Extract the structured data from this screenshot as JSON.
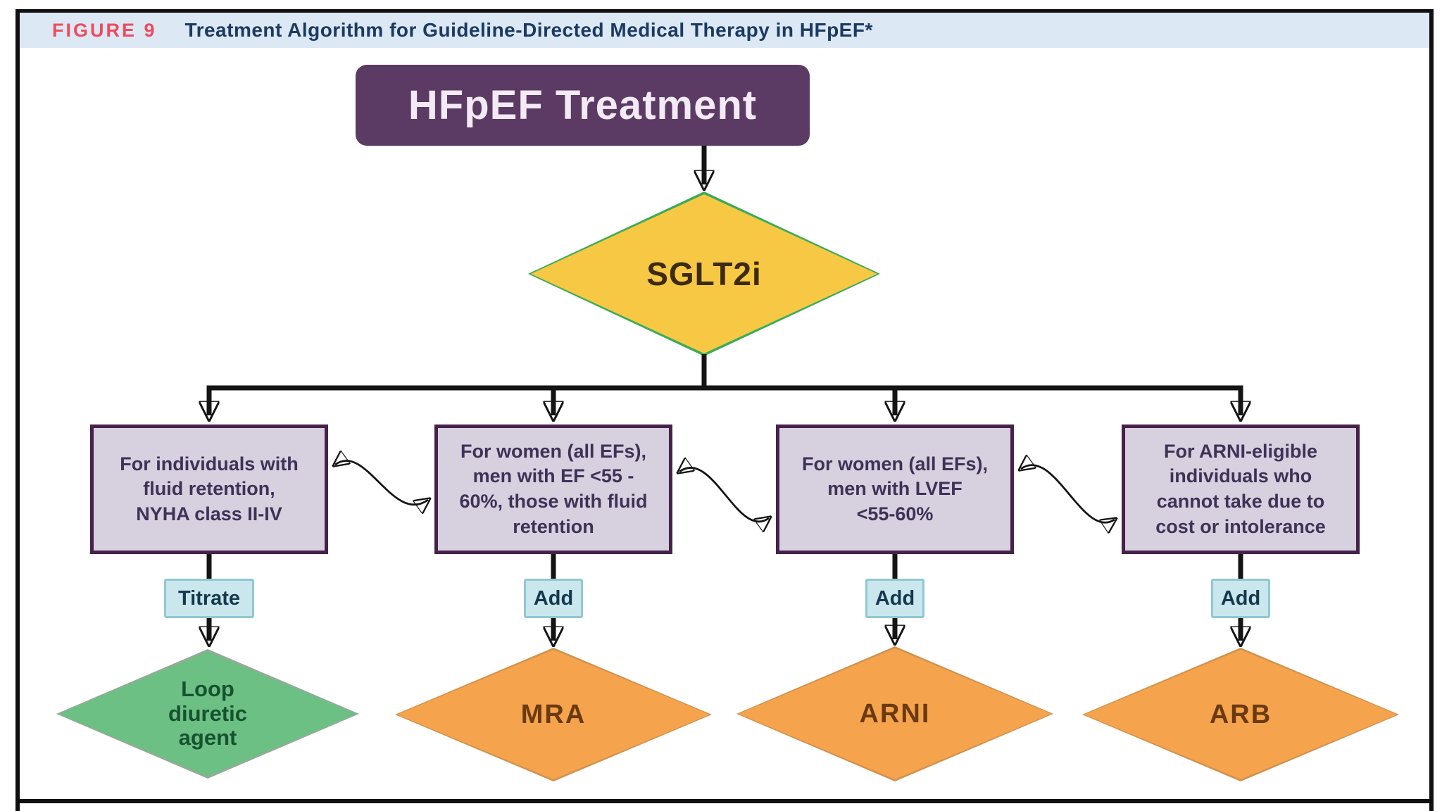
{
  "header": {
    "label": "FIGURE 9",
    "title": "Treatment Algorithm for Guideline-Directed Medical Therapy in HFpEF*"
  },
  "root": {
    "title": "HFpEF Treatment"
  },
  "decision": {
    "label": "SGLT2i"
  },
  "branches": [
    {
      "criteria": "For individuals with\nfluid retention,\nNYHA class II-IV",
      "action": "Titrate",
      "therapy": "Loop\ndiuretic\nagent",
      "therapy_color": "green"
    },
    {
      "criteria": "For women (all EFs),\nmen with EF <55 -\n60%, those with fluid\nretention",
      "action": "Add",
      "therapy": "MRA",
      "therapy_color": "orange"
    },
    {
      "criteria": "For women (all EFs),\nmen with LVEF\n<55-60%",
      "action": "Add",
      "therapy": "ARNI",
      "therapy_color": "orange"
    },
    {
      "criteria": "For ARNI-eligible\nindividuals who\ncannot take due to\ncost or intolerance",
      "action": "Add",
      "therapy": "ARB",
      "therapy_color": "orange"
    }
  ],
  "colors": {
    "header_bg": "#dce8f4",
    "figure_label_red": "#ee4b5e",
    "header_text_navy": "#1b3a63",
    "root_purple": "#5b3a63",
    "root_text": "#f3eaf5",
    "decision_yellow": "#f7c844",
    "decision_border_green": "#3cab58",
    "criteria_fill": "#d7d0df",
    "criteria_border": "#46224a",
    "action_fill": "#c9e7ec",
    "action_border": "#90c8d2",
    "therapy_green": "#6cc083",
    "therapy_orange": "#f5a44d",
    "line_black": "#141414",
    "frame_black": "#101010"
  }
}
